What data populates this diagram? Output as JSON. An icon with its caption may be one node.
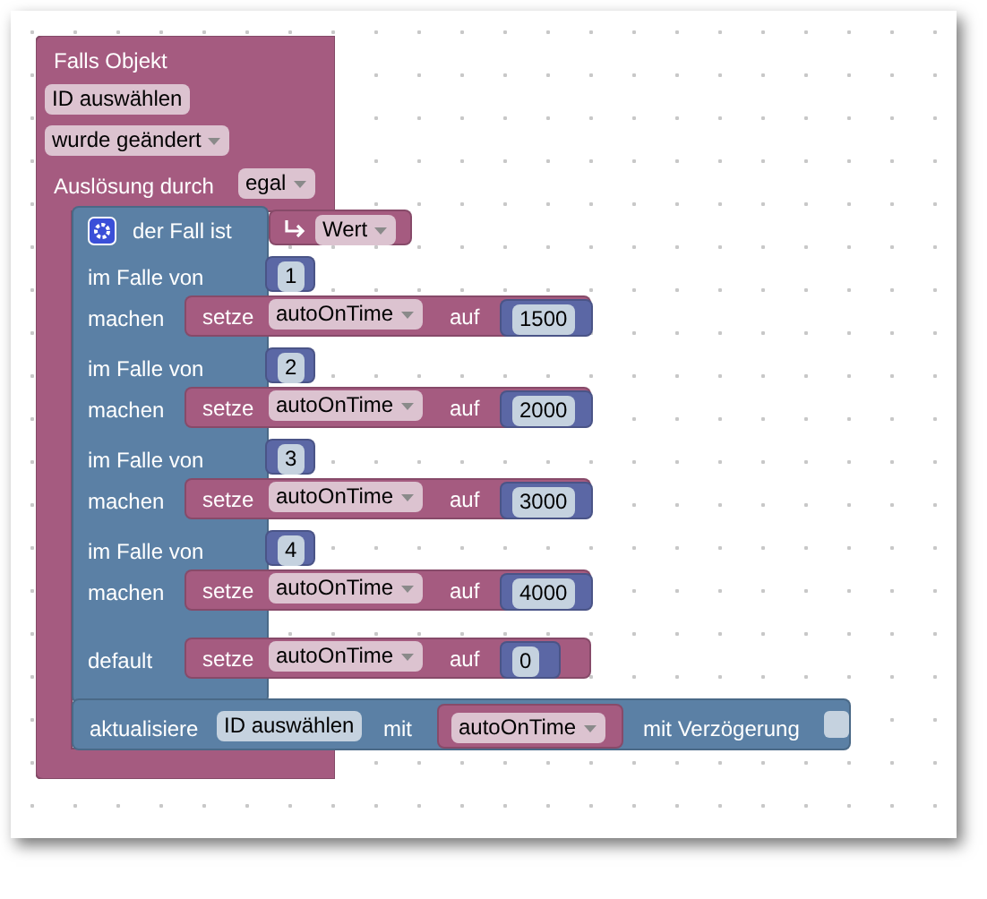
{
  "diagram": {
    "nodes": [
      {
        "text": [
          "Falls Objekt",
          "ID auswählen",
          "wurde geändert",
          "Auslösung durch",
          "egal"
        ]
      },
      {
        "text": [
          "der Fall ist",
          "im Falle von",
          "machen",
          "im Falle von",
          "machen",
          "im Falle von",
          "machen",
          "im Falle von",
          "machen",
          "default"
        ],
        "in": 0
      },
      {
        "text": [
          "Wert"
        ]
      },
      {
        "text": [
          "1"
        ]
      },
      {
        "text": [
          "setze",
          "autoOnTime",
          "auf"
        ]
      },
      {
        "text": [
          "1500"
        ],
        "in": 4
      },
      {
        "text": [
          "2"
        ]
      },
      {
        "text": [
          "setze",
          "autoOnTime",
          "auf"
        ]
      },
      {
        "text": [
          "2000"
        ],
        "in": 7
      },
      {
        "text": [
          "3"
        ]
      },
      {
        "text": [
          "setze",
          "autoOnTime",
          "auf"
        ]
      },
      {
        "text": [
          "3000"
        ],
        "in": 10
      },
      {
        "text": [
          "4"
        ]
      },
      {
        "text": [
          "setze",
          "autoOnTime",
          "auf"
        ]
      },
      {
        "text": [
          "4000"
        ],
        "in": 13
      },
      {
        "text": [
          "setze",
          "autoOnTime",
          "auf"
        ]
      },
      {
        "text": [
          "0"
        ],
        "in": 15
      },
      {
        "text": [
          "aktualisiere",
          "ID auswählen",
          "mit",
          "mit Verzögerung"
        ]
      },
      {
        "text": [
          "autoOnTime"
        ],
        "in": 17
      }
    ]
  }
}
